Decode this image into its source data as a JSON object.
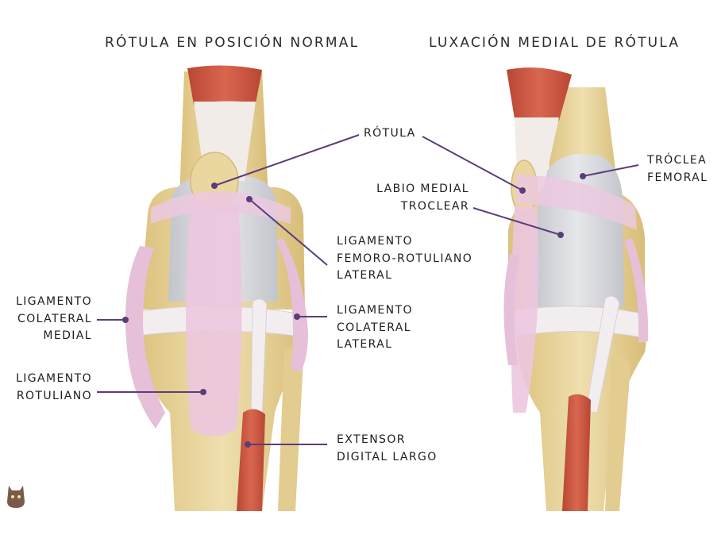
{
  "titles": {
    "normal": "RÓTULA EN POSICIÓN NORMAL",
    "luxation": "LUXACIÓN MEDIAL DE RÓTULA"
  },
  "labels": {
    "rotula": [
      "RÓTULA"
    ],
    "labio_medial": [
      "LABIO MEDIAL",
      "TROCLEAR"
    ],
    "troclea_femoral": [
      "TRÓCLEA",
      "FEMORAL"
    ],
    "lig_femoro_rotuliano": [
      "LIGAMENTO",
      "FEMORO-ROTULIANO",
      "LATERAL"
    ],
    "lig_colateral_medial": [
      "LIGAMENTO",
      "COLATERAL",
      "MEDIAL"
    ],
    "lig_colateral_lateral": [
      "LIGAMENTO",
      "COLATERAL",
      "LATERAL"
    ],
    "lig_rotuliano": [
      "LIGAMENTO",
      "ROTULIANO"
    ],
    "extensor_digital": [
      "EXTENSOR",
      "DIGITAL LARGO"
    ]
  },
  "colors": {
    "bone": "#e8d49a",
    "bone_shadow": "#d9bf7a",
    "cartilage": "#d3d5d9",
    "ligament": "#e9c6dd",
    "ligament_band": "#f3eef1",
    "muscle": "#c9533f",
    "leader": "#5b3d7a"
  },
  "logo_icon": "cat-logo-icon"
}
